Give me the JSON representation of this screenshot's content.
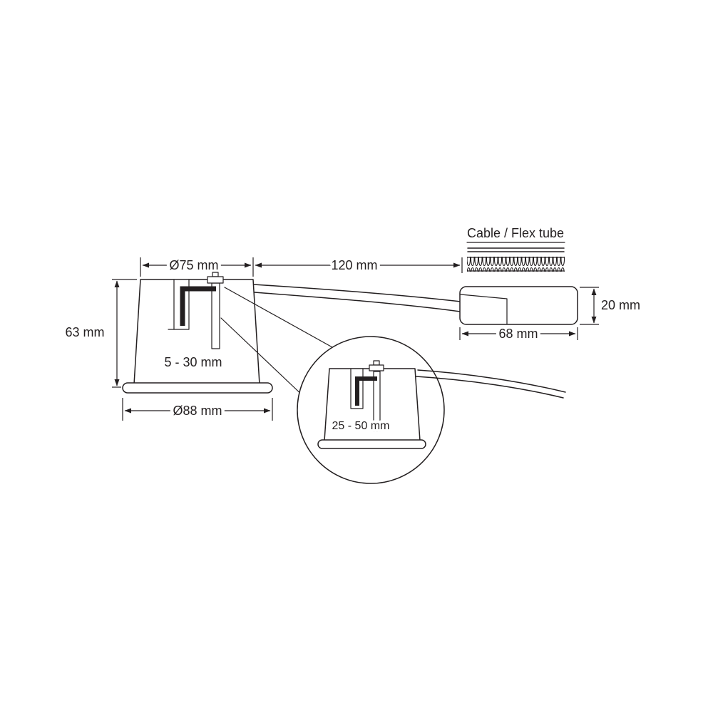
{
  "labels": {
    "cable_flex": "Cable / Flex tube",
    "top_diameter": "Ø75 mm",
    "cable_length": "120 mm",
    "height": "63 mm",
    "adjust_main": "5 - 30 mm",
    "flange_diameter": "Ø88 mm",
    "driver_width": "68 mm",
    "driver_height": "20 mm",
    "adjust_detail": "25 - 50 mm"
  },
  "colors": {
    "line": "#231f20",
    "background": "#ffffff"
  },
  "diagram": {
    "type": "technical-dimension-drawing",
    "subject": "recessed-downlight-with-driver-box"
  }
}
